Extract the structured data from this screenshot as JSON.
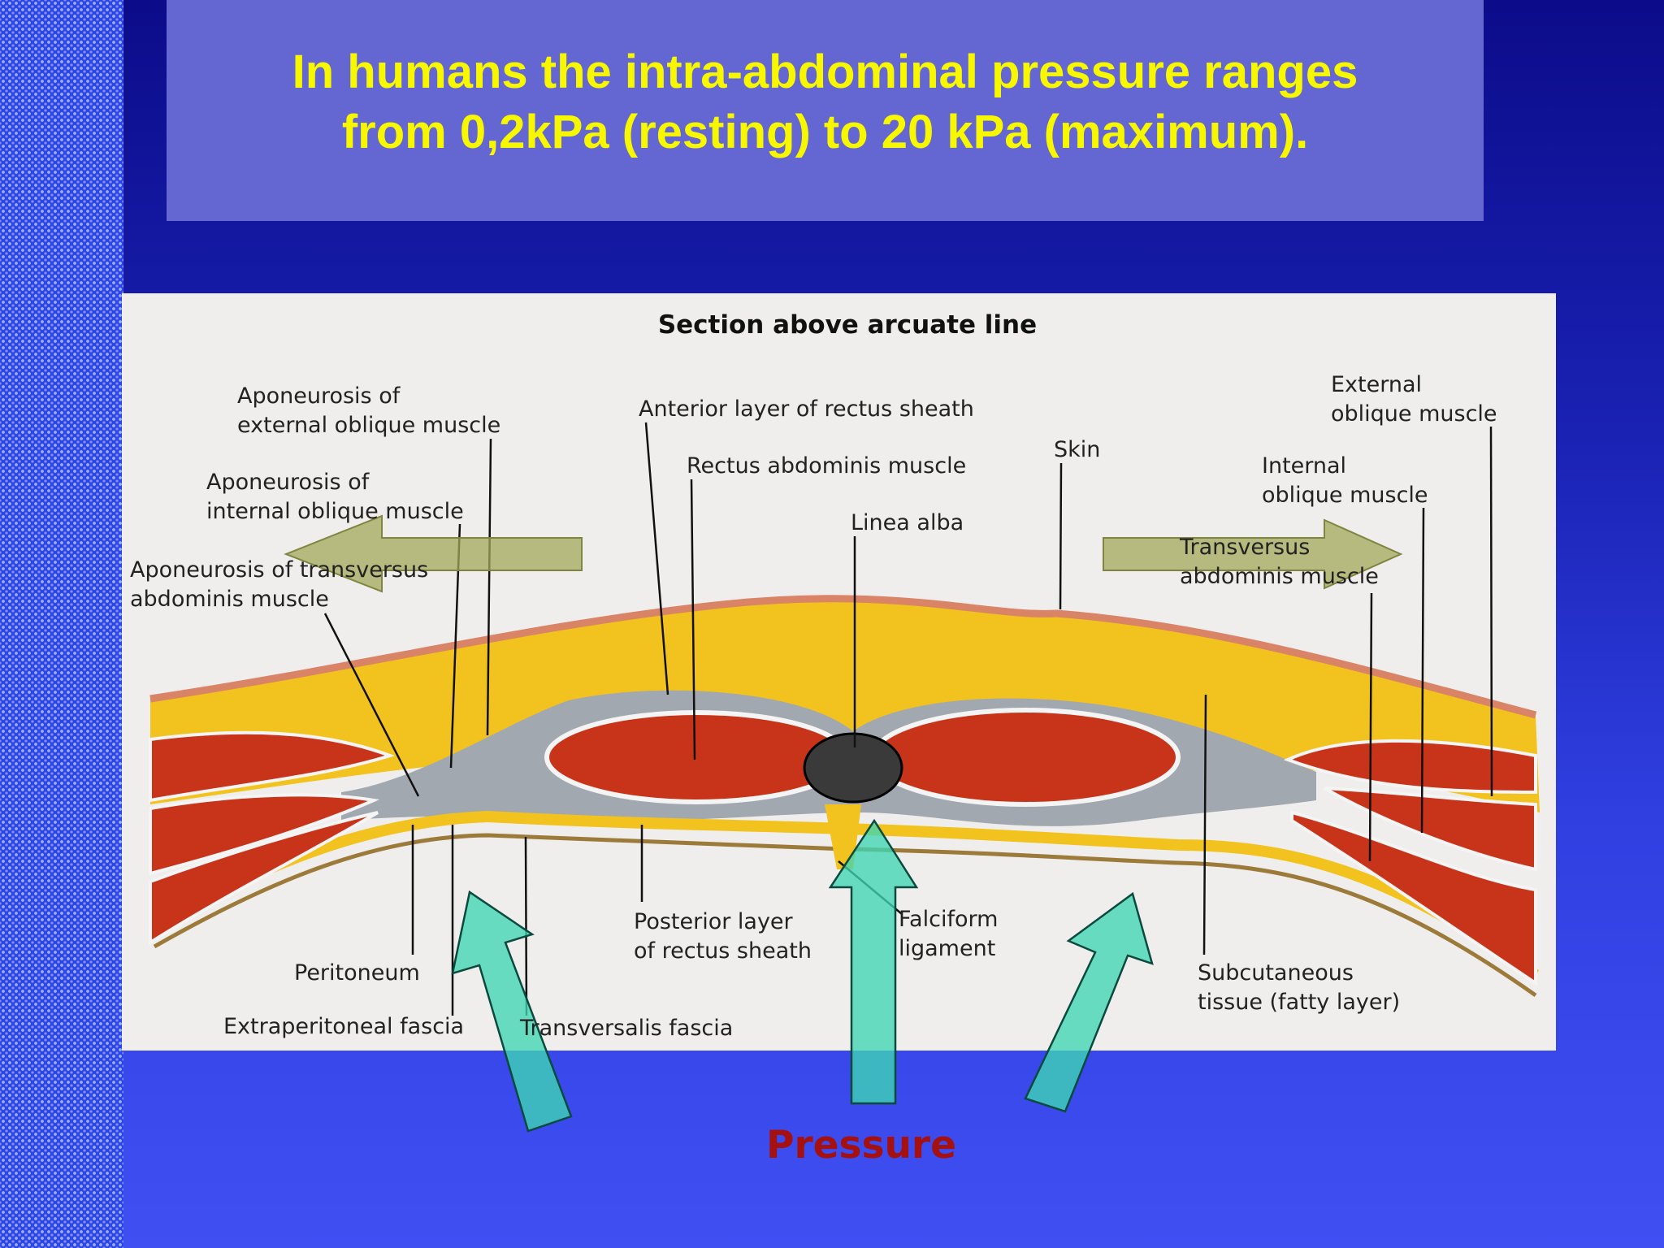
{
  "slide": {
    "title_line1": "In humans the intra-abdominal pressure ranges",
    "title_line2": "from 0,2kPa (resting) to 20 kPa (maximum).",
    "pressure_label": "Pressure"
  },
  "figure": {
    "section_title": "Section above arcuate line",
    "labels": {
      "apon_ext_1": "Aponeurosis of",
      "apon_ext_2": "external oblique muscle",
      "apon_int_1": "Aponeurosis of",
      "apon_int_2": "internal oblique muscle",
      "apon_trans_1": "Aponeurosis of transversus",
      "apon_trans_2": "abdominis muscle",
      "anterior_layer": "Anterior layer of rectus sheath",
      "rectus": "Rectus abdominis muscle",
      "linea_alba": "Linea alba",
      "skin": "Skin",
      "ext_oblique_1": "External",
      "ext_oblique_2": "oblique muscle",
      "int_oblique_1": "Internal",
      "int_oblique_2": "oblique muscle",
      "transversus_1": "Transversus",
      "transversus_2": "abdominis muscle",
      "peritoneum": "Peritoneum",
      "extraperitoneal": "Extraperitoneal fascia",
      "transversalis": "Transversalis fascia",
      "posterior_1": "Posterior layer",
      "posterior_2": "of rectus sheath",
      "falciform_1": "Falciform",
      "falciform_2": "ligament",
      "subcutaneous_1": "Subcutaneous",
      "subcutaneous_2": "tissue (fatty layer)"
    }
  },
  "colors": {
    "title_text": "#f7f700",
    "pressure_text": "#a51010",
    "arrow_pressure": "#3fd6b4",
    "arrow_lateral": "#a3a85a",
    "muscle": "#c8341a",
    "fat": "#f2c21e",
    "fascia": "#9aa2aa"
  }
}
